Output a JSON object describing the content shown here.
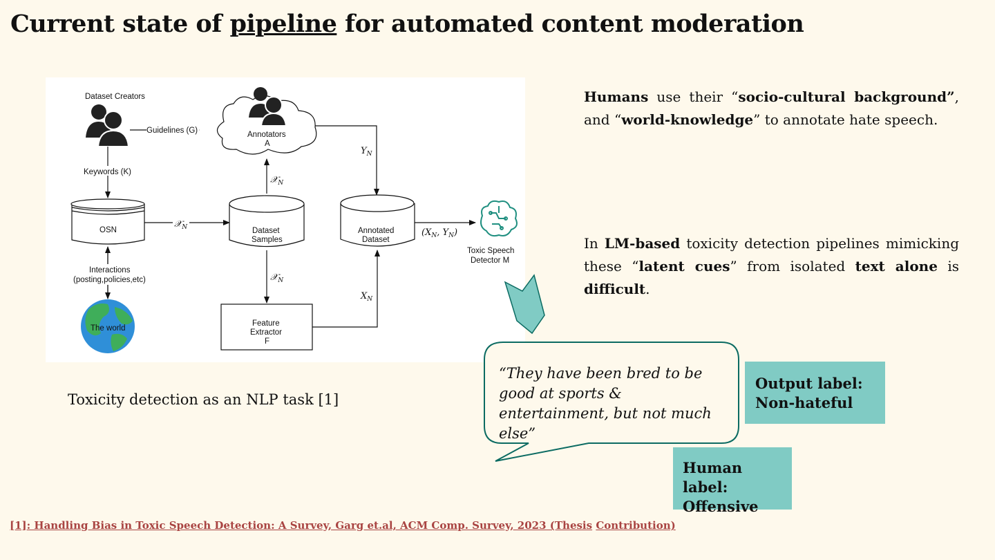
{
  "slide": {
    "title_before": "Current state of ",
    "title_link": "pipeline",
    "title_after": " for automated content moderation"
  },
  "diagram": {
    "dataset_creators": "Dataset Creators",
    "guidelines": "Guidelines (G)",
    "annotators": "Annotators",
    "annotators_sym": "A",
    "keywords": "Keywords (K)",
    "osn": "OSN",
    "xn_1": "𝒳",
    "dataset_samples_1": "Dataset",
    "dataset_samples_2": "Samples",
    "annotated_1": "Annotated",
    "annotated_2": "Dataset",
    "yn": "Y",
    "pair": "(X",
    "toxic_1": "Toxic Speech",
    "toxic_2": "Detector M",
    "interactions_1": "Interactions",
    "interactions_2": "(posting,policies,etc)",
    "world": "The world",
    "feature_1": "Feature",
    "feature_2": "Extractor",
    "feature_3": "F",
    "sub_n": "N"
  },
  "caption": "Toxicity detection as an NLP task [1]",
  "para1": {
    "b1": "Humans",
    "t1": " use their “",
    "b2": "socio-cultural background”",
    "t2": ", and “",
    "b3": "world-knowledge",
    "t3": "” to annotate hate speech."
  },
  "para2": {
    "t1": "In ",
    "b1": "LM-based",
    "t2": " toxicity detection pipelines mimicking these “",
    "b2": "latent cues",
    "t3": "” from isolated ",
    "b3": "text alone",
    "t4": " is ",
    "b4": "difficult",
    "t5": "."
  },
  "quote": "“They have been bred to be good at sports & entertainment, but not much else”",
  "output_label": {
    "line1": "Output label:",
    "line2": "Non-hateful"
  },
  "human_label": {
    "line1": "Human label:",
    "line2": "Offensive"
  },
  "reference": {
    "part1": "[1]: Handling Bias in Toxic Speech Detection: A Survey, Garg et.al, ACM Comp. Survey, 2023 (Thesis",
    "part2": "Contribution)"
  },
  "colors": {
    "background": "#fef9ec",
    "teal": "#80cbc4",
    "teal_dark": "#0b6b62",
    "ref": "#a94442"
  },
  "icons": [
    "people-icon",
    "cloud-icon",
    "globe-icon",
    "brain-chip-icon",
    "speech-bubble",
    "arrow-shape"
  ]
}
